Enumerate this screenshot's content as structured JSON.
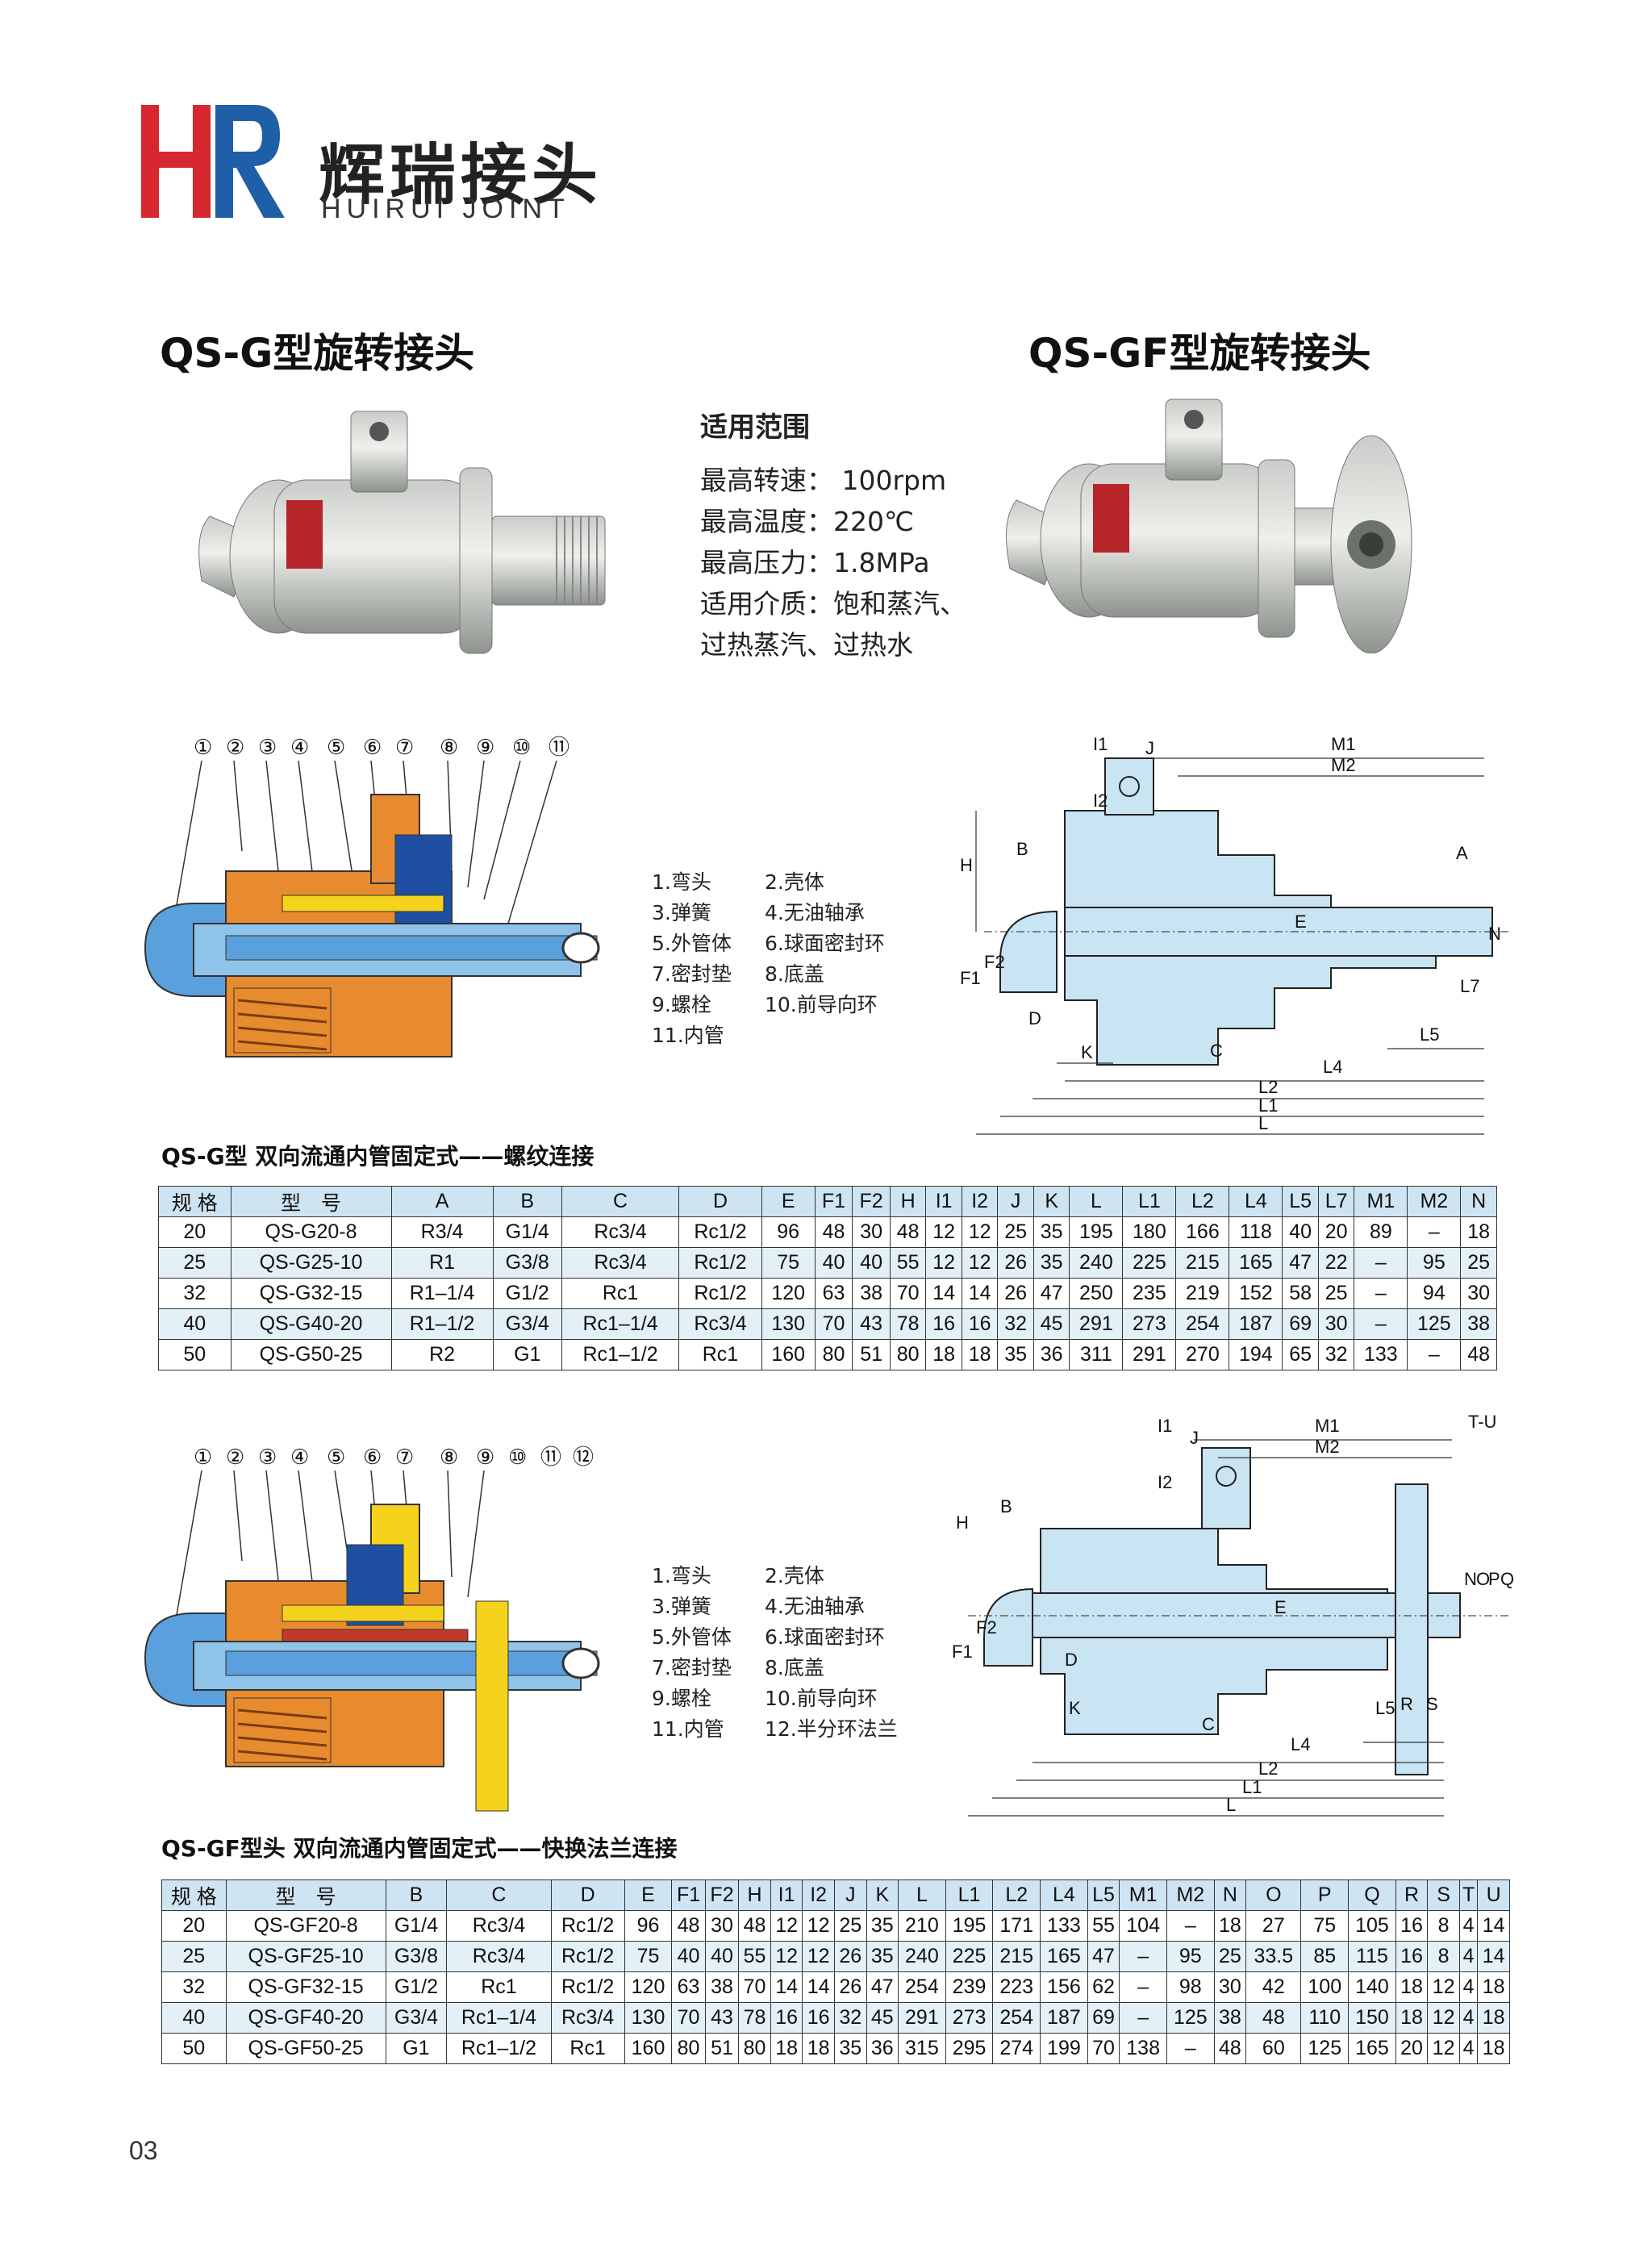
{
  "header": {
    "logo_text": "HR",
    "brand_cn": "辉瑞接头",
    "brand_en": "HUIRUI JOINT",
    "colors": {
      "logo_red": "#d7282f",
      "logo_blue": "#1f5fa8"
    }
  },
  "products": {
    "left_title": "QS-G型旋转接头",
    "right_title": "QS-GF型旋转接头"
  },
  "spec": {
    "heading": "适用范围",
    "lines": [
      "最高转速： 100rpm",
      "最高温度：220℃",
      "最高压力：1.8MPa",
      "适用介质：饱和蒸汽、",
      "过热蒸汽、过热水"
    ]
  },
  "parts_g": {
    "callouts": [
      "①",
      "②",
      "③",
      "④",
      "⑤",
      "⑥",
      "⑦",
      "⑧",
      "⑨",
      "⑩",
      "⑪"
    ],
    "legend": [
      [
        "1.弯头",
        "2.壳体"
      ],
      [
        "3.弹簧",
        "4.无油轴承"
      ],
      [
        "5.外管体",
        "6.球面密封环"
      ],
      [
        "7.密封垫",
        "8.底盖"
      ],
      [
        "9.螺栓",
        "10.前导向环"
      ],
      [
        "11.内管",
        ""
      ]
    ]
  },
  "parts_gf": {
    "callouts": [
      "①",
      "②",
      "③",
      "④",
      "⑤",
      "⑥",
      "⑦",
      "⑧",
      "⑨",
      "⑩",
      "⑪",
      "⑫"
    ],
    "legend": [
      [
        "1.弯头",
        "2.壳体"
      ],
      [
        "3.弹簧",
        "4.无油轴承"
      ],
      [
        "5.外管体",
        "6.球面密封环"
      ],
      [
        "7.密封垫",
        "8.底盖"
      ],
      [
        "9.螺栓",
        "10.前导向环"
      ],
      [
        "11.内管",
        "12.半分环法兰"
      ]
    ]
  },
  "dim_labels_g": [
    "I1",
    "J",
    "M1",
    "M2",
    "I2",
    "H",
    "B",
    "A",
    "E",
    "N",
    "F1",
    "F2",
    "L7",
    "D",
    "L5",
    "K",
    "C",
    "L4",
    "L2",
    "L1",
    "L"
  ],
  "dim_labels_gf": [
    "I1",
    "J",
    "M1",
    "M2",
    "T-U",
    "I2",
    "H",
    "B",
    "E",
    "N",
    "O",
    "P",
    "Q",
    "F1",
    "F2",
    "D",
    "K",
    "C",
    "L5",
    "R",
    "S",
    "L4",
    "L2",
    "L1",
    "L"
  ],
  "table_g": {
    "title": "QS-G型  双向流通内管固定式——螺纹连接",
    "headers": [
      "规 格",
      "型　号",
      "A",
      "B",
      "C",
      "D",
      "E",
      "F1",
      "F2",
      "H",
      "I1",
      "I2",
      "J",
      "K",
      "L",
      "L1",
      "L2",
      "L4",
      "L5",
      "L7",
      "M1",
      "M2",
      "N"
    ],
    "rows": [
      [
        "20",
        "QS-G20-8",
        "R3/4",
        "G1/4",
        "Rc3/4",
        "Rc1/2",
        "96",
        "48",
        "30",
        "48",
        "12",
        "12",
        "25",
        "35",
        "195",
        "180",
        "166",
        "118",
        "40",
        "20",
        "89",
        "–",
        "18"
      ],
      [
        "25",
        "QS-G25-10",
        "R1",
        "G3/8",
        "Rc3/4",
        "Rc1/2",
        "75",
        "40",
        "40",
        "55",
        "12",
        "12",
        "26",
        "35",
        "240",
        "225",
        "215",
        "165",
        "47",
        "22",
        "–",
        "95",
        "25"
      ],
      [
        "32",
        "QS-G32-15",
        "R1–1/4",
        "G1/2",
        "Rc1",
        "Rc1/2",
        "120",
        "63",
        "38",
        "70",
        "14",
        "14",
        "26",
        "47",
        "250",
        "235",
        "219",
        "152",
        "58",
        "25",
        "–",
        "94",
        "30"
      ],
      [
        "40",
        "QS-G40-20",
        "R1–1/2",
        "G3/4",
        "Rc1–1/4",
        "Rc3/4",
        "130",
        "70",
        "43",
        "78",
        "16",
        "16",
        "32",
        "45",
        "291",
        "273",
        "254",
        "187",
        "69",
        "30",
        "–",
        "125",
        "38"
      ],
      [
        "50",
        "QS-G50-25",
        "R2",
        "G1",
        "Rc1–1/2",
        "Rc1",
        "160",
        "80",
        "51",
        "80",
        "18",
        "18",
        "35",
        "36",
        "311",
        "291",
        "270",
        "194",
        "65",
        "32",
        "133",
        "–",
        "48"
      ]
    ]
  },
  "table_gf": {
    "title": "QS-GF型头  双向流通内管固定式——快换法兰连接",
    "headers": [
      "规 格",
      "型　号",
      "B",
      "C",
      "D",
      "E",
      "F1",
      "F2",
      "H",
      "I1",
      "I2",
      "J",
      "K",
      "L",
      "L1",
      "L2",
      "L4",
      "L5",
      "M1",
      "M2",
      "N",
      "O",
      "P",
      "Q",
      "R",
      "S",
      "T",
      "U"
    ],
    "rows": [
      [
        "20",
        "QS-GF20-8",
        "G1/4",
        "Rc3/4",
        "Rc1/2",
        "96",
        "48",
        "30",
        "48",
        "12",
        "12",
        "25",
        "35",
        "210",
        "195",
        "171",
        "133",
        "55",
        "104",
        "–",
        "18",
        "27",
        "75",
        "105",
        "16",
        "8",
        "4",
        "14"
      ],
      [
        "25",
        "QS-GF25-10",
        "G3/8",
        "Rc3/4",
        "Rc1/2",
        "75",
        "40",
        "40",
        "55",
        "12",
        "12",
        "26",
        "35",
        "240",
        "225",
        "215",
        "165",
        "47",
        "–",
        "95",
        "25",
        "33.5",
        "85",
        "115",
        "16",
        "8",
        "4",
        "14"
      ],
      [
        "32",
        "QS-GF32-15",
        "G1/2",
        "Rc1",
        "Rc1/2",
        "120",
        "63",
        "38",
        "70",
        "14",
        "14",
        "26",
        "47",
        "254",
        "239",
        "223",
        "156",
        "62",
        "–",
        "98",
        "30",
        "42",
        "100",
        "140",
        "18",
        "12",
        "4",
        "18"
      ],
      [
        "40",
        "QS-GF40-20",
        "G3/4",
        "Rc1–1/4",
        "Rc3/4",
        "130",
        "70",
        "43",
        "78",
        "16",
        "16",
        "32",
        "45",
        "291",
        "273",
        "254",
        "187",
        "69",
        "–",
        "125",
        "38",
        "48",
        "110",
        "150",
        "18",
        "12",
        "4",
        "18"
      ],
      [
        "50",
        "QS-GF50-25",
        "G1",
        "Rc1–1/2",
        "Rc1",
        "160",
        "80",
        "51",
        "80",
        "18",
        "18",
        "35",
        "36",
        "315",
        "295",
        "274",
        "199",
        "70",
        "138",
        "–",
        "48",
        "60",
        "125",
        "165",
        "20",
        "12",
        "4",
        "18"
      ]
    ]
  },
  "footer": {
    "page_number": "03"
  }
}
